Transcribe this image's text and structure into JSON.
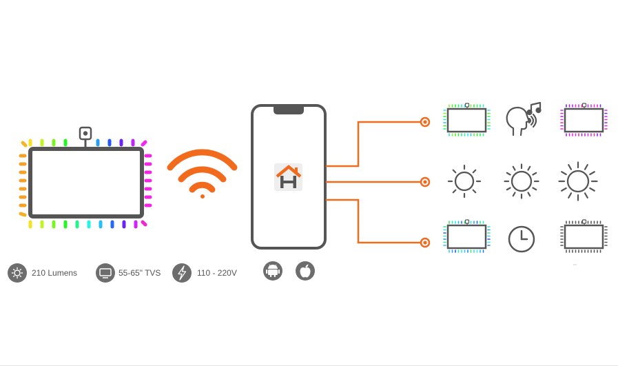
{
  "specs": [
    {
      "icon": "brightness-icon",
      "label": "210 Lumens"
    },
    {
      "icon": "tv-icon",
      "label": "55-65\" TVS"
    },
    {
      "icon": "lightning-icon",
      "label": "110 - 220V"
    }
  ],
  "platforms": [
    {
      "icon": "android-icon"
    },
    {
      "icon": "apple-icon"
    }
  ],
  "app": {
    "icon": "home-app-icon",
    "letter": "H"
  },
  "colors": {
    "accent": "#f26a1b",
    "frame": "#555555",
    "gray": "#666666",
    "spec_circle": "#6d6d6d"
  }
}
